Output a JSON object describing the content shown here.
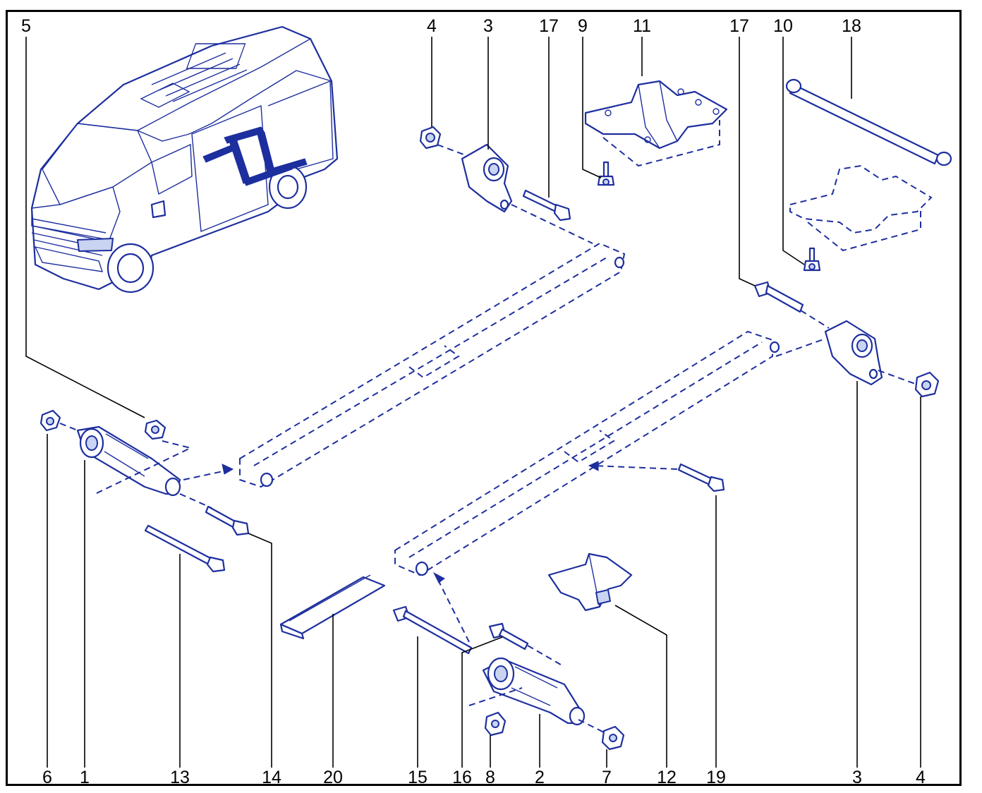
{
  "diagram": {
    "callouts_top": [
      {
        "id": "c5-top",
        "label": "5"
      },
      {
        "id": "c4-top",
        "label": "4"
      },
      {
        "id": "c3-top",
        "label": "3"
      },
      {
        "id": "c17-top",
        "label": "17"
      },
      {
        "id": "c9-top",
        "label": "9"
      },
      {
        "id": "c11-top",
        "label": "11"
      },
      {
        "id": "c17b-top",
        "label": "17"
      },
      {
        "id": "c10-top",
        "label": "10"
      },
      {
        "id": "c18-top",
        "label": "18"
      }
    ],
    "callouts_bottom": [
      {
        "id": "c6-bot",
        "label": "6"
      },
      {
        "id": "c1-bot",
        "label": "1"
      },
      {
        "id": "c13-bot",
        "label": "13"
      },
      {
        "id": "c14-bot",
        "label": "14"
      },
      {
        "id": "c20-bot",
        "label": "20"
      },
      {
        "id": "c15-bot",
        "label": "15"
      },
      {
        "id": "c16-bot",
        "label": "16"
      },
      {
        "id": "c8-bot",
        "label": "8"
      },
      {
        "id": "c2-bot",
        "label": "2"
      },
      {
        "id": "c7-bot",
        "label": "7"
      },
      {
        "id": "c12-bot",
        "label": "12"
      },
      {
        "id": "c19-bot",
        "label": "19"
      },
      {
        "id": "c3b-bot",
        "label": "3"
      },
      {
        "id": "c4b-bot",
        "label": "4"
      }
    ],
    "colors": {
      "line_art": "#1d2f9e",
      "highlight": "#1d2f9e",
      "frame": "#000000",
      "background": "#ffffff"
    }
  }
}
